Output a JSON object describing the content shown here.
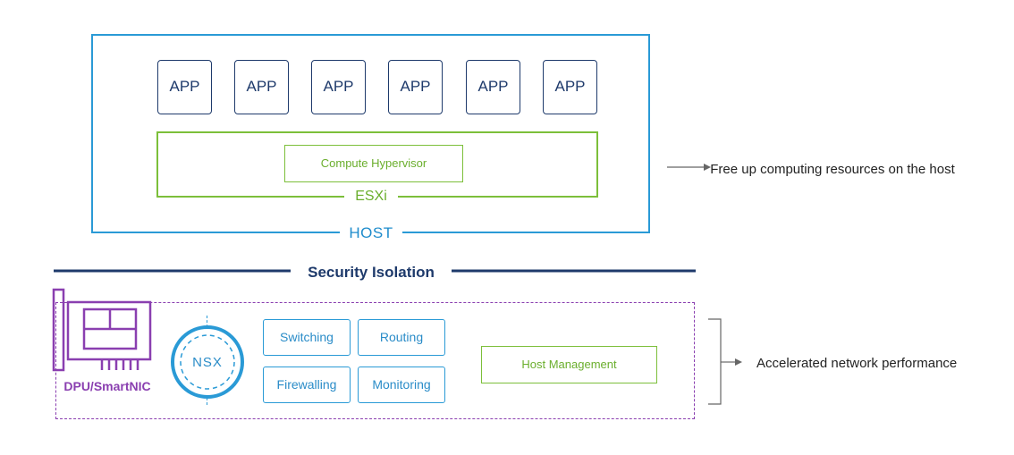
{
  "host": {
    "label": "HOST",
    "apps": [
      "APP",
      "APP",
      "APP",
      "APP",
      "APP",
      "APP"
    ],
    "esxi_label": "ESXi",
    "hypervisor_label": "Compute Hypervisor"
  },
  "benefits": {
    "free_up": "Free up computing resources on the host",
    "accelerated": "Accelerated network performance"
  },
  "security": {
    "label": "Security Isolation"
  },
  "dpu": {
    "label": "DPU/SmartNIC",
    "nsx_label": "NSX",
    "services": [
      "Switching",
      "Routing",
      "Firewalling",
      "Monitoring"
    ],
    "host_management": "Host Management"
  },
  "colors": {
    "host_blue": "#2a9ad6",
    "navy": "#1e3a6b",
    "esxi_green": "#7cbf3a",
    "dpu_purple": "#8a3fb0"
  }
}
